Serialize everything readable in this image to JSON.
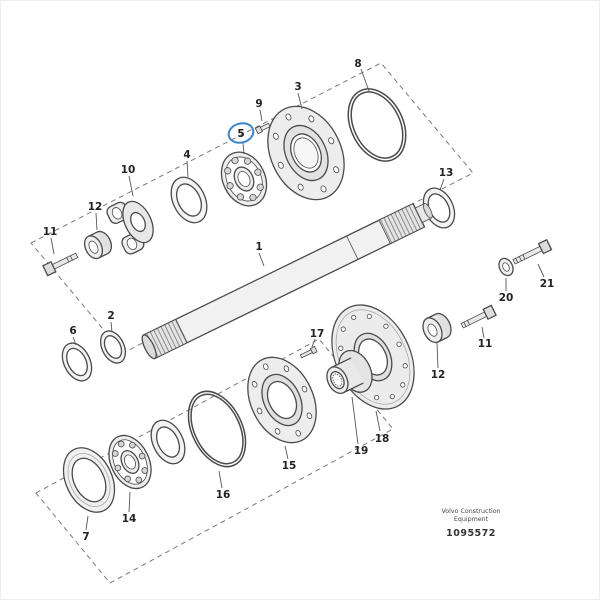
{
  "diagram": {
    "type": "exploded-parts-diagram",
    "callouts": [
      "1",
      "2",
      "3",
      "4",
      "5",
      "6",
      "7",
      "8",
      "9",
      "10",
      "11",
      "12",
      "13",
      "14",
      "15",
      "16",
      "17",
      "18",
      "19",
      "20",
      "21"
    ],
    "highlighted_callout": "5",
    "footer": {
      "brand_line1": "Volvo Construction",
      "brand_line2": "Equipment",
      "part_number": "1095572"
    },
    "colors": {
      "line": "#4a4a4a",
      "highlight": "#3d85c8"
    }
  }
}
